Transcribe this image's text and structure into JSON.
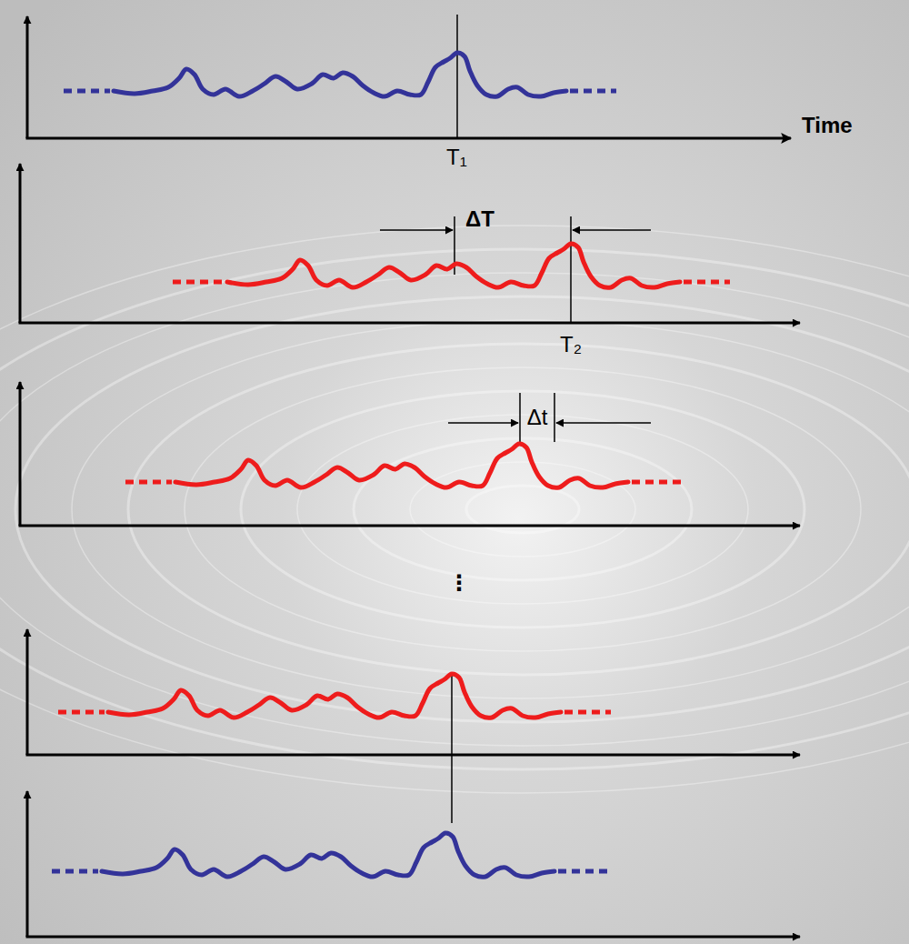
{
  "diagram": {
    "labels": [
      "Time",
      "T₁",
      "ΔT",
      "T₂",
      "Δt",
      "⋮"
    ]
  }
}
